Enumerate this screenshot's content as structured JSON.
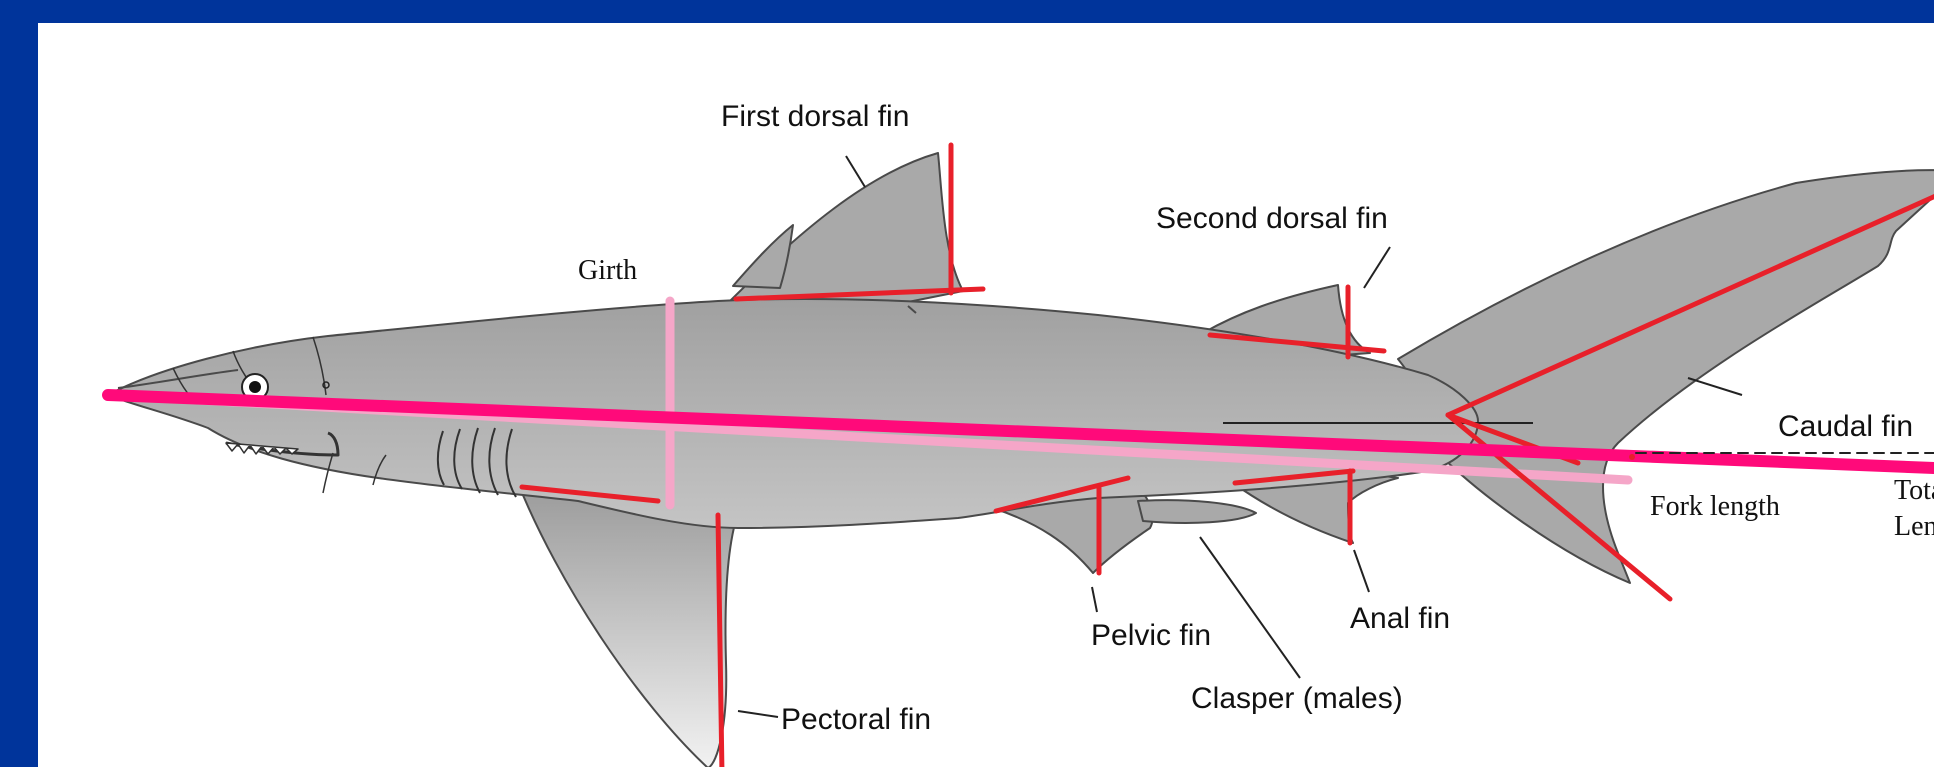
{
  "labels": {
    "first_dorsal": "First dorsal fin",
    "second_dorsal": "Second dorsal fin",
    "girth": "Girth",
    "caudal": "Caudal fin",
    "fork_length": "Fork length",
    "total_line1": "Total",
    "total_line2": "Length",
    "pectoral": "Pectoral fin",
    "pelvic": "Pelvic fin",
    "clasper": "Clasper (males)",
    "anal": "Anal fin"
  },
  "colors": {
    "frame": "#00349b",
    "body": "#a8a8a8",
    "outline": "#4a4a4a",
    "measure_red": "#e8202a",
    "total_length_line": "#ff0a7a",
    "girth_line": "#f5a6c8"
  }
}
